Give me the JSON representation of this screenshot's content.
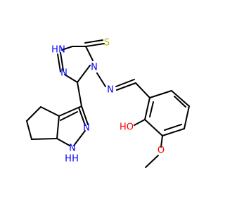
{
  "molecule": {
    "atom_labels": {
      "triazole_nh": "H",
      "triazole_n_top": "N",
      "triazole_n_left": "N",
      "triazole_n4": "N",
      "thione_s": "S",
      "imine_n": "N",
      "pyrazole_n2": "N",
      "pyrazole_nh_n": "N",
      "pyrazole_nh_h": "H",
      "pyrazole_nh_h_prefix": "H",
      "hydroxyl": "HO",
      "methoxy_o": "O"
    },
    "colors": {
      "bond": "#000000",
      "nitrogen": "#0000ff",
      "oxygen": "#ff0000",
      "sulfur": "#b8b800"
    }
  }
}
